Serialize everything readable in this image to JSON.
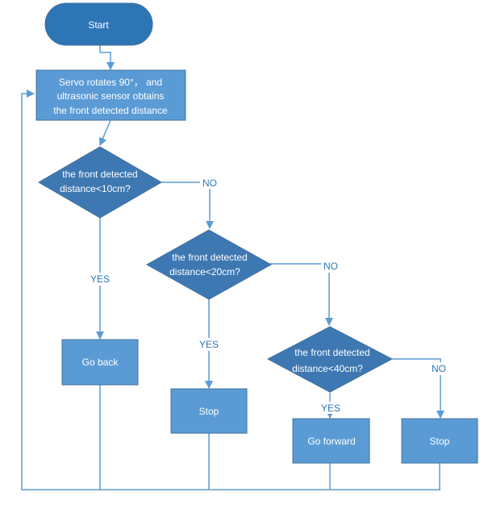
{
  "colors": {
    "terminal_fill": "#2e75b6",
    "process_fill": "#5b9bd5",
    "decision_fill": "#3d78b2",
    "node_stroke": "#41719c",
    "connector": "#5b9bd5",
    "label": "#2e75b6",
    "text": "#ffffff"
  },
  "nodes": {
    "start": {
      "label": "Start"
    },
    "servo_step": {
      "lines": [
        "Servo rotates 90°，  and",
        "ultrasonic sensor obtains",
        "the front detected distance"
      ]
    },
    "check_10": {
      "lines": [
        "the front detected",
        "distance<10cm?"
      ]
    },
    "check_20": {
      "lines": [
        "the front detected",
        "distance<20cm?"
      ]
    },
    "check_40": {
      "lines": [
        "the front detected",
        "distance<40cm?"
      ]
    },
    "go_back": {
      "label": "Go back"
    },
    "stop_1": {
      "label": "Stop"
    },
    "go_forward": {
      "label": "Go forward"
    },
    "stop_2": {
      "label": "Stop"
    }
  },
  "edges": {
    "check_10_no": "NO",
    "check_10_yes": "YES",
    "check_20_no": "NO",
    "check_20_yes": "YES",
    "check_40_no": "NO",
    "check_40_yes": "YES"
  }
}
